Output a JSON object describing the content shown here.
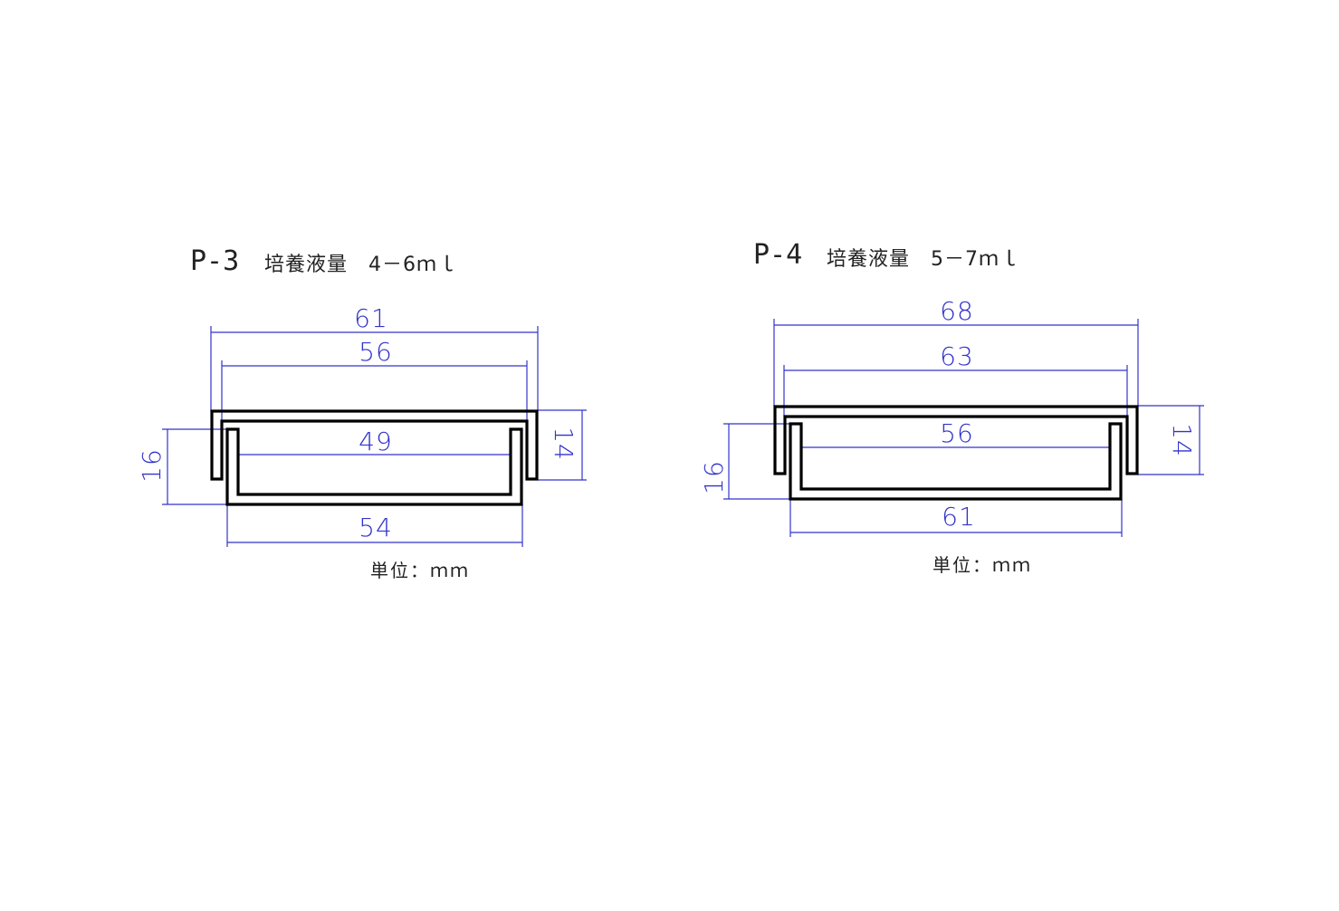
{
  "colors": {
    "outline": "#000000",
    "dimension": "#3333cc",
    "text": "#222222",
    "background": "#ffffff"
  },
  "parts": [
    {
      "code": "P-3",
      "description": "培養液量　4－6ｍｌ",
      "unit_label": "単位：ｍｍ",
      "dimensions": {
        "lid_outer_width": "61",
        "lid_inner_width": "56",
        "base_inner_width": "49",
        "base_outer_width": "54",
        "total_height": "16",
        "lid_height": "14"
      }
    },
    {
      "code": "P-4",
      "description": "培養液量　5－7ｍｌ",
      "unit_label": "単位：ｍｍ",
      "dimensions": {
        "lid_outer_width": "68",
        "lid_inner_width": "63",
        "base_inner_width": "56",
        "base_outer_width": "61",
        "total_height": "16",
        "lid_height": "14"
      }
    }
  ]
}
